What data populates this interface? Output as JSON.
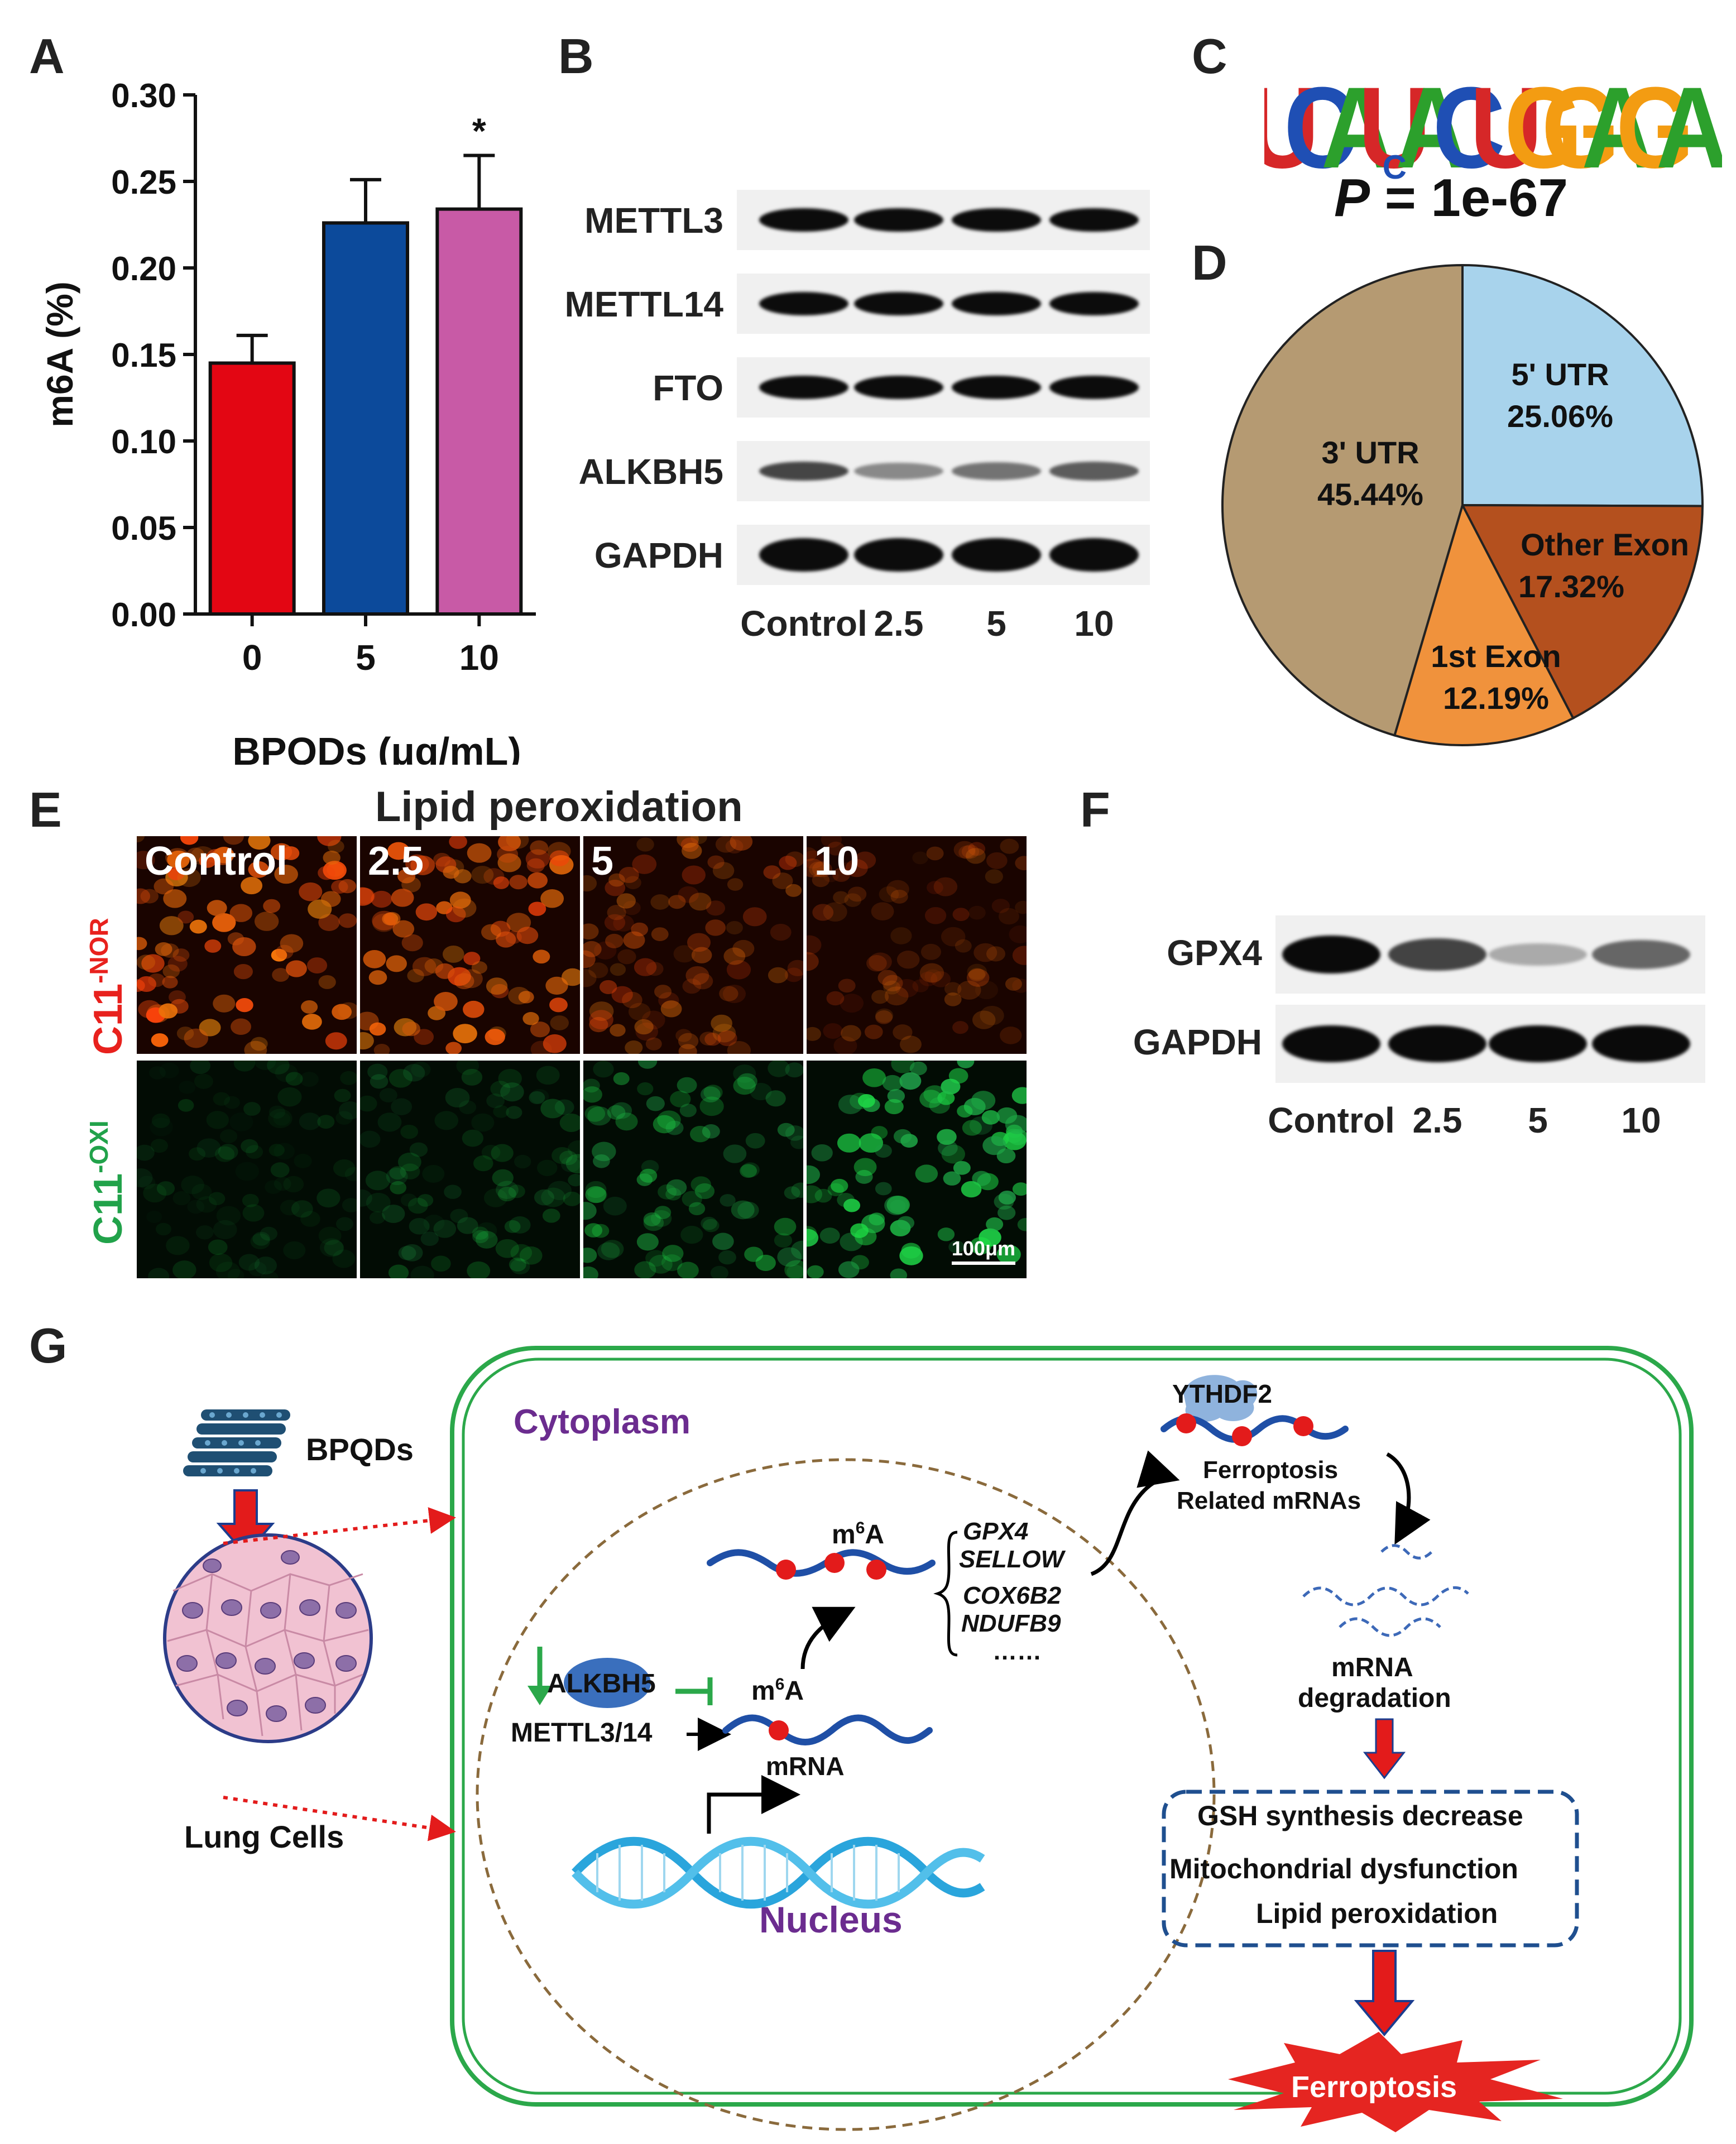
{
  "panels": {
    "A": "A",
    "B": "B",
    "C": "C",
    "D": "D",
    "E": "E",
    "F": "F",
    "G": "G"
  },
  "chart_data": [
    {
      "type": "bar",
      "panel": "A",
      "categories": [
        "0",
        "5",
        "10"
      ],
      "values": [
        0.145,
        0.226,
        0.234
      ],
      "errors": [
        0.016,
        0.025,
        0.031
      ],
      "colors": [
        "#e30613",
        "#0c4a9b",
        "#c85aa6"
      ],
      "significance": [
        "",
        "",
        "*"
      ],
      "xlabel": "BPQDs (μg/mL)",
      "ylabel": "m6A (%)",
      "ylim": [
        0,
        0.3
      ],
      "yticks": [
        "0.00",
        "0.05",
        "0.10",
        "0.15",
        "0.20",
        "0.25",
        "0.30"
      ]
    },
    {
      "type": "pie",
      "panel": "D",
      "slices": [
        {
          "label": "5' UTR",
          "pct_text": "25.06%",
          "value": 25.06,
          "color": "#a8d3ec"
        },
        {
          "label": "Other Exon",
          "pct_text": "17.32%",
          "value": 17.32,
          "color": "#b4501e"
        },
        {
          "label": "1st Exon",
          "pct_text": "12.19%",
          "value": 12.19,
          "color": "#f0923c"
        },
        {
          "label": "3' UTR",
          "pct_text": "45.44%",
          "value": 45.44,
          "color": "#b59a72"
        }
      ]
    }
  ],
  "blotB": {
    "proteins": [
      "METTL3",
      "METTL14",
      "FTO",
      "ALKBH5",
      "GAPDH"
    ],
    "lanes": [
      "Control",
      "2.5",
      "5",
      "10"
    ],
    "intensity": [
      [
        1,
        1,
        1,
        1
      ],
      [
        1,
        1,
        1,
        1
      ],
      [
        1,
        1,
        1,
        1
      ],
      [
        0.75,
        0.45,
        0.55,
        0.65
      ],
      [
        1,
        1,
        1,
        1
      ]
    ]
  },
  "motifC": {
    "sequence": "UCAUACUGGAGA",
    "substack": "C",
    "p_prefix": "P",
    "p_value": " = 1e-67"
  },
  "panelE": {
    "title": "Lipid peroxidation",
    "lanes": [
      "Control",
      "2.5",
      "5",
      "10"
    ],
    "row1_label": "C11",
    "row1_sup": "-NOR",
    "row2_label": "C11",
    "row2_sup": "-OXI",
    "red_intensity": [
      1.0,
      0.9,
      0.45,
      0.3
    ],
    "green_intensity": [
      0.15,
      0.25,
      0.5,
      0.95
    ],
    "scale_bar": "100μm"
  },
  "blotF": {
    "proteins": [
      "GPX4",
      "GAPDH"
    ],
    "lanes": [
      "Control",
      "2.5",
      "5",
      "10"
    ],
    "intensity": [
      [
        1,
        0.75,
        0.3,
        0.6
      ],
      [
        1,
        1,
        1,
        1
      ]
    ]
  },
  "schematicG": {
    "bpqds": "BPQDs",
    "lung_cells": "Lung Cells",
    "cytoplasm": "Cytoplasm",
    "nucleus": "Nucleus",
    "alkbh5": "ALKBH5",
    "mettl": "METTL3/14",
    "m6a_low": "m",
    "m6a_low_sup": "6",
    "m6a_low_a": "A",
    "m6a_high": "m",
    "m6a_high_sup": "6",
    "m6a_high_a": "A",
    "mrna": "mRNA",
    "genes": [
      "GPX4",
      "SELLOW",
      "COX6B2",
      "NDUFB9",
      "……"
    ],
    "ythdf2": "YTHDF2",
    "related1": "Ferroptosis",
    "related2": "Related mRNAs",
    "degradation1": "mRNA",
    "degradation2": "degradation",
    "effects": [
      "GSH synthesis decrease",
      "Mitochondrial dysfunction",
      "Lipid peroxidation"
    ],
    "ferroptosis": "Ferroptosis"
  }
}
